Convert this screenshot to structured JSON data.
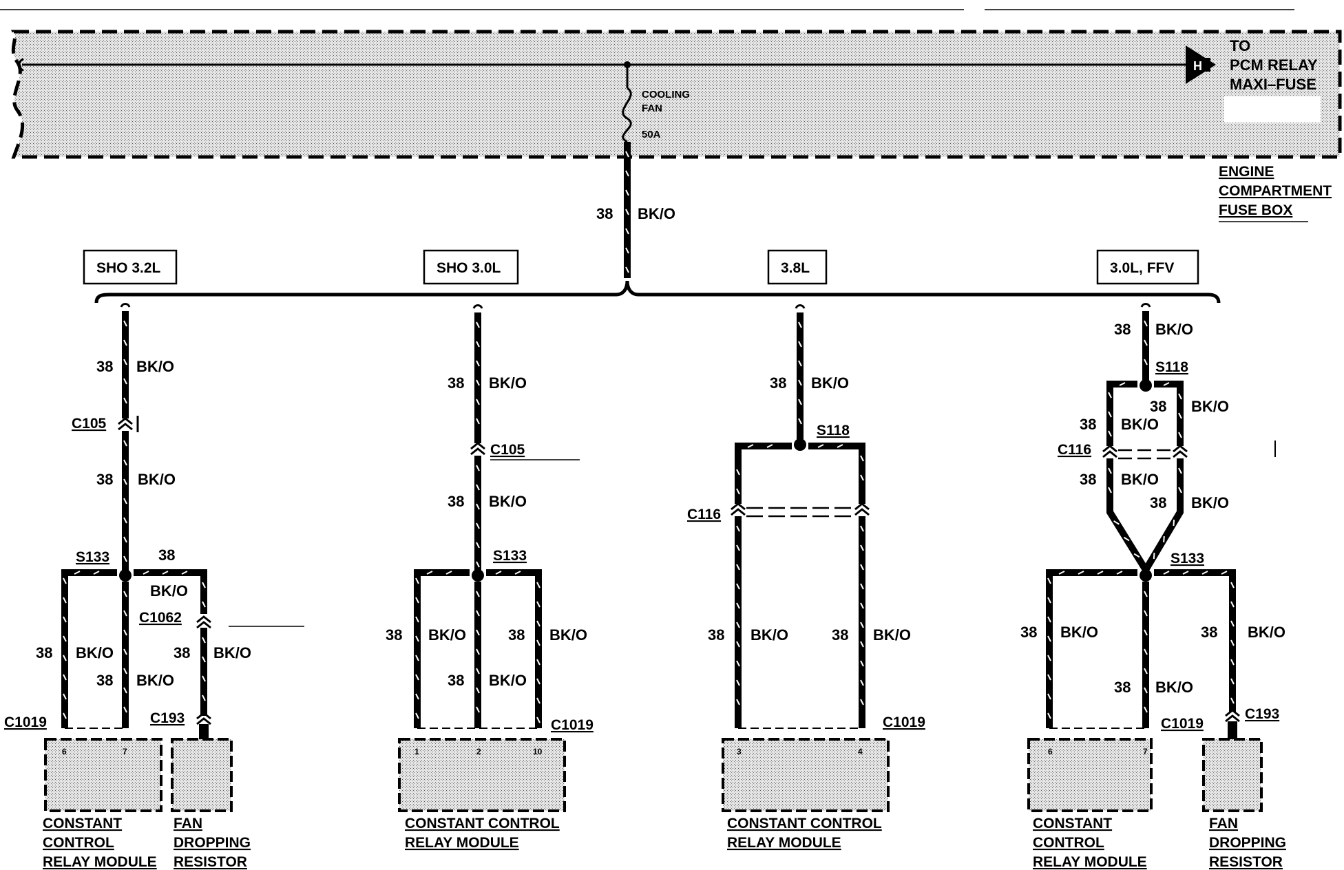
{
  "fuse_box": {
    "to_label": [
      "TO",
      "PCM RELAY",
      "MAXI–FUSE"
    ],
    "fuse_label": [
      "COOLING",
      "FAN",
      "50A"
    ],
    "name": [
      "ENGINE",
      "COMPARTMENT",
      "FUSE BOX"
    ],
    "connector_symbol": "H"
  },
  "main_wire": {
    "circuit": "38",
    "color": "BK/O"
  },
  "variants": [
    {
      "version": "SHO 3.2L",
      "connectors": {
        "c105": "C105",
        "s133": "S133",
        "c1062": "C1062",
        "c1019": "C1019",
        "c193": "C193"
      },
      "wires": {
        "top_num": "38",
        "top_color": "BK/O",
        "mid_num": "38",
        "mid_color": "BK/O",
        "right_top_num": "38",
        "right_top_color": "BK/O",
        "left_num": "38",
        "left_color": "BK/O",
        "center_num": "38",
        "center_color": "BK/O",
        "right_num": "38",
        "right_color": "BK/O"
      },
      "module_pins": [
        "6",
        "7"
      ],
      "module_name": [
        "CONSTANT",
        "CONTROL",
        "RELAY MODULE"
      ],
      "resistor_name": [
        "FAN",
        "DROPPING",
        "RESISTOR"
      ]
    },
    {
      "version": "SHO 3.0L",
      "connectors": {
        "c105": "C105",
        "s133": "S133",
        "c1019": "C1019"
      },
      "wires": {
        "top_num": "38",
        "top_color": "BK/O",
        "mid_num": "38",
        "mid_color": "BK/O",
        "left_num": "38",
        "left_color": "BK/O",
        "center_num": "38",
        "center_color": "BK/O",
        "right_num": "38",
        "right_color": "BK/O"
      },
      "module_pins": [
        "1",
        "2",
        "10"
      ],
      "module_name": [
        "CONSTANT CONTROL",
        "RELAY MODULE"
      ]
    },
    {
      "version": "3.8L",
      "connectors": {
        "s118": "S118",
        "c116": "C116",
        "c1019": "C1019"
      },
      "wires": {
        "top_num": "38",
        "top_color": "BK/O",
        "left_num": "38",
        "left_color": "BK/O",
        "right_num": "38",
        "right_color": "BK/O"
      },
      "module_pins": [
        "3",
        "4"
      ],
      "module_name": [
        "CONSTANT CONTROL",
        "RELAY MODULE"
      ]
    },
    {
      "version": "3.0L, FFV",
      "connectors": {
        "s118": "S118",
        "c116": "C116",
        "s133": "S133",
        "c1019": "C1019",
        "c193": "C193"
      },
      "wires": {
        "top_num": "38",
        "top_color": "BK/O",
        "ul_num": "38",
        "ul_color": "BK/O",
        "ur_num": "38",
        "ur_color": "BK/O",
        "ll_num": "38",
        "ll_color": "BK/O",
        "lr_num": "38",
        "lr_color": "BK/O",
        "left_num": "38",
        "left_color": "BK/O",
        "center_num": "38",
        "center_color": "BK/O",
        "right_num": "38",
        "right_color": "BK/O"
      },
      "module_pins": [
        "6",
        "7"
      ],
      "module_name": [
        "CONSTANT",
        "CONTROL",
        "RELAY MODULE"
      ],
      "resistor_name": [
        "FAN",
        "DROPPING",
        "RESISTOR"
      ]
    }
  ]
}
